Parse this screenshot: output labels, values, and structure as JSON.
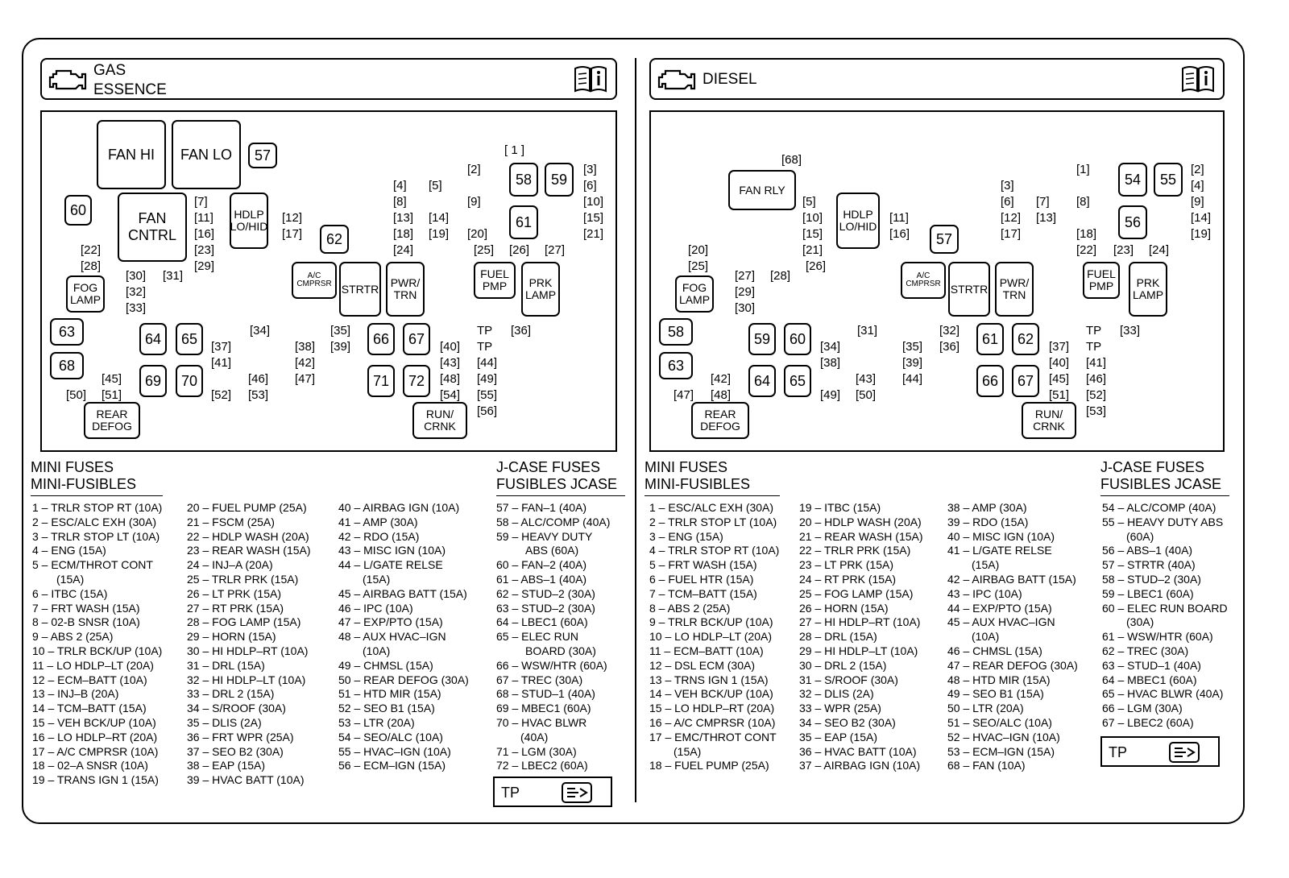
{
  "gas": {
    "header": {
      "line1": "GAS",
      "line2": "ESSENCE"
    },
    "relays": {
      "fan_hi": "FAN HI",
      "fan_lo": "FAN LO",
      "fan_cntrl_1": "FAN",
      "fan_cntrl_2": "CNTRL",
      "hdlp_1": "HDLP",
      "hdlp_2": "LO/HID",
      "fog_1": "FOG",
      "fog_2": "LAMP",
      "ac_1": "A/C",
      "ac_2": "CMPRSR",
      "strtr": "STRTR",
      "pwr_1": "PWR/",
      "pwr_2": "TRN",
      "fuel_1": "FUEL",
      "fuel_2": "PMP",
      "prk_1": "PRK",
      "prk_2": "LAMP",
      "rear_1": "REAR",
      "rear_2": "DEFOG",
      "run_1": "RUN/",
      "run_2": "CRNK"
    },
    "large_fuses": {
      "f57": "57",
      "f58": "58",
      "f59": "59",
      "f60": "60",
      "f61": "61",
      "f62": "62",
      "f63": "63",
      "f64": "64",
      "f65": "65",
      "f66": "66",
      "f67": "67",
      "f68": "68",
      "f69": "69",
      "f70": "70",
      "f71": "71",
      "f72": "72"
    },
    "mini_labels": {
      "m1": "[ 1 ]",
      "m2": "[2]",
      "m3": "[3]",
      "m4": "[4]",
      "m5": "[5]",
      "m6": "[6]",
      "m7": "[7]",
      "m8": "[8]",
      "m9": "[9]",
      "m10": "[10]",
      "m11": "[11]",
      "m12": "[12]",
      "m13": "[13]",
      "m14": "[14]",
      "m15": "[15]",
      "m16": "[16]",
      "m17": "[17]",
      "m18": "[18]",
      "m19": "[19]",
      "m20": "[20]",
      "m21": "[21]",
      "m22": "[22]",
      "m23": "[23]",
      "m24": "[24]",
      "m25": "[25]",
      "m26": "[26]",
      "m27": "[27]",
      "m28": "[28]",
      "m29": "[29]",
      "m30": "[30]",
      "m31": "[31]",
      "m32": "[32]",
      "m33": "[33]",
      "m34": "[34]",
      "m35": "[35]",
      "m36": "[36]",
      "m37": "[37]",
      "m38": "[38]",
      "m39": "[39]",
      "m40": "[40]",
      "m41": "[41]",
      "m42": "[42]",
      "m43": "[43]",
      "m44": "[44]",
      "m45": "[45]",
      "m46": "[46]",
      "m47": "[47]",
      "m48": "[48]",
      "m49": "[49]",
      "m50": "[50]",
      "m51": "[51]",
      "m52": "[52]",
      "m53": "[53]",
      "m54": "[54]",
      "m55": "[55]",
      "m56": "[56]",
      "tp1": "TP",
      "tp2": "TP"
    },
    "mini_title_1": "MINI FUSES",
    "mini_title_2": "MINI-FUSIBLES",
    "jcase_title_1": "J-CASE FUSES",
    "jcase_title_2": "FUSIBLES JCASE",
    "col1": [
      "1 – TRLR STOP RT (10A)",
      "2 – ESC/ALC EXH (30A)",
      "3 – TRLR STOP LT (10A)",
      "4 – ENG (15A)",
      "5 – ECM/THROT CONT",
      "(15A)",
      "6 – ITBC (15A)",
      "7 – FRT WASH (15A)",
      "8 – 02-B SNSR (10A)",
      "9 – ABS 2 (25A)",
      "10 – TRLR BCK/UP (10A)",
      "11 – LO HDLP–LT (20A)",
      "12 – ECM–BATT (10A)",
      "13 – INJ–B (20A)",
      "14 – TCM–BATT (15A)",
      "15 – VEH BCK/UP (10A)",
      "16 – LO HDLP–RT (20A)",
      "17 – A/C CMPRSR (10A)",
      "18 – 02–A SNSR (10A)",
      "19 – TRANS IGN 1 (15A)"
    ],
    "col2": [
      "20 – FUEL PUMP (25A)",
      "21 – FSCM (25A)",
      "22 – HDLP WASH (20A)",
      "23 – REAR WASH (15A)",
      "24 – INJ–A (20A)",
      "25 – TRLR PRK (15A)",
      "26 – LT PRK (15A)",
      "27 – RT PRK (15A)",
      "28 – FOG LAMP (15A)",
      "29 – HORN (15A)",
      "30 – HI HDLP–RT (10A)",
      "31 – DRL (15A)",
      "32 – HI HDLP–LT (10A)",
      "33 – DRL 2 (15A)",
      "34 – S/ROOF (30A)",
      "35 – DLIS (2A)",
      "36 – FRT WPR (25A)",
      "37 – SEO B2 (30A)",
      "38 – EAP (15A)",
      "39 – HVAC BATT (10A)"
    ],
    "col3": [
      "40 – AIRBAG IGN (10A)",
      "41 – AMP (30A)",
      "42 – RDO (15A)",
      "43 – MISC IGN (10A)",
      "44 – L/GATE RELSE",
      "(15A)",
      "45 – AIRBAG BATT (15A)",
      "46 – IPC (10A)",
      "47 – EXP/PTO (15A)",
      "48 – AUX HVAC–IGN",
      "(10A)",
      "49 – CHMSL (15A)",
      "50 – REAR DEFOG (30A)",
      "51 – HTD MIR (15A)",
      "52 – SEO B1 (15A)",
      "53 – LTR (20A)",
      "54 – SEO/ALC (10A)",
      "55 – HVAC–IGN (10A)",
      "56 – ECM–IGN (15A)"
    ],
    "col4": [
      "57 – FAN–1 (40A)",
      "58 – ALC/COMP (40A)",
      "59 – HEAVY DUTY",
      "ABS (60A)",
      "60 – FAN–2 (40A)",
      "61 – ABS–1 (40A)",
      "62 – STUD–2 (30A)",
      "63 – STUD–2 (30A)",
      "64 – LBEC1 (60A)",
      "65 – ELEC RUN",
      "BOARD (30A)",
      "66 – WSW/HTR (60A)",
      "67 – TREC (30A)",
      "68 – STUD–1 (40A)",
      "69 – MBEC1 (60A)",
      "70 – HVAC BLWR",
      "(40A)",
      "71 – LGM (30A)",
      "72 – LBEC2 (60A)"
    ],
    "tp_box": "TP"
  },
  "diesel": {
    "header": {
      "line1": "DIESEL"
    },
    "relays": {
      "fan_rly": "FAN RLY",
      "hdlp_1": "HDLP",
      "hdlp_2": "LO/HID",
      "fog_1": "FOG",
      "fog_2": "LAMP",
      "ac_1": "A/C",
      "ac_2": "CMPRSR",
      "strtr": "STRTR",
      "pwr_1": "PWR/",
      "pwr_2": "TRN",
      "fuel_1": "FUEL",
      "fuel_2": "PMP",
      "prk_1": "PRK",
      "prk_2": "LAMP",
      "rear_1": "REAR",
      "rear_2": "DEFOG",
      "run_1": "RUN/",
      "run_2": "CRNK"
    },
    "large_fuses": {
      "f54": "54",
      "f55": "55",
      "f56": "56",
      "f57": "57",
      "f58": "58",
      "f59": "59",
      "f60": "60",
      "f61": "61",
      "f62": "62",
      "f63": "63",
      "f64": "64",
      "f65": "65",
      "f66": "66",
      "f67": "67"
    },
    "mini_labels": {
      "m1": "[1]",
      "m2": "[2]",
      "m3": "[3]",
      "m4": "[4]",
      "m5": "[5]",
      "m6": "[6]",
      "m7": "[7]",
      "m8": "[8]",
      "m9": "[9]",
      "m10": "[10]",
      "m11": "[11]",
      "m12": "[12]",
      "m13": "[13]",
      "m14": "[14]",
      "m15": "[15]",
      "m16": "[16]",
      "m17": "[17]",
      "m18": "[18]",
      "m19": "[19]",
      "m20": "[20]",
      "m21": "[21]",
      "m22": "[22]",
      "m23": "[23]",
      "m24": "[24]",
      "m25": "[25]",
      "m26": "[26]",
      "m27": "[27]",
      "m28": "[28]",
      "m29": "[29]",
      "m30": "[30]",
      "m31": "[31]",
      "m32": "[32]",
      "m33": "[33]",
      "m34": "[34]",
      "m35": "[35]",
      "m36": "[36]",
      "m37": "[37]",
      "m38": "[38]",
      "m39": "[39]",
      "m40": "[40]",
      "m41": "[41]",
      "m42": "[42]",
      "m43": "[43]",
      "m44": "[44]",
      "m45": "[45]",
      "m46": "[46]",
      "m47": "[47]",
      "m48": "[48]",
      "m49": "[49]",
      "m50": "[50]",
      "m51": "[51]",
      "m52": "[52]",
      "m53": "[53]",
      "m68": "[68]",
      "tp1": "TP",
      "tp2": "TP"
    },
    "mini_title_1": "MINI FUSES",
    "mini_title_2": "MINI-FUSIBLES",
    "jcase_title_1": "J-CASE FUSES",
    "jcase_title_2": "FUSIBLES JCASE",
    "col1": [
      "1 – ESC/ALC EXH (30A)",
      "2 – TRLR STOP LT (10A)",
      "3 – ENG (15A)",
      "4 – TRLR STOP RT (10A)",
      "5 – FRT WASH (15A)",
      "6 – FUEL HTR (15A)",
      "7 – TCM–BATT (15A)",
      "8 – ABS 2 (25A)",
      "9 – TRLR BCK/UP (10A)",
      "10 – LO HDLP–LT (20A)",
      "11 – ECM–BATT (10A)",
      "12 – DSL ECM (30A)",
      "13 – TRNS IGN 1 (15A)",
      "14 – VEH BCK/UP (10A)",
      "15 – LO HDLP–RT (20A)",
      "16 – A/C CMPRSR (10A)",
      "17 – EMC/THROT CONT",
      "(15A)",
      "18 – FUEL PUMP (25A)"
    ],
    "col2": [
      "19 – ITBC (15A)",
      "20 – HDLP WASH (20A)",
      "21 – REAR WASH (15A)",
      "22 – TRLR PRK (15A)",
      "23 – LT PRK (15A)",
      "24 – RT PRK (15A)",
      "25 – FOG LAMP (15A)",
      "26 – HORN (15A)",
      "27 – HI HDLP–RT (10A)",
      "28 – DRL (15A)",
      "29 – HI HDLP–LT (10A)",
      "30 – DRL 2 (15A)",
      "31 – S/ROOF (30A)",
      "32 – DLIS (2A)",
      "33 – WPR (25A)",
      "34 – SEO B2 (30A)",
      "35 – EAP (15A)",
      "36 – HVAC BATT (10A)",
      "37 – AIRBAG IGN (10A)"
    ],
    "col3": [
      "38 – AMP (30A)",
      "39 – RDO (15A)",
      "40 – MISC IGN (10A)",
      "41 – L/GATE RELSE",
      "(15A)",
      "42 – AIRBAG BATT (15A)",
      "43 – IPC (10A)",
      "44 – EXP/PTO (15A)",
      "45 – AUX HVAC–IGN",
      "(10A)",
      "46 – CHMSL (15A)",
      "47 – REAR DEFOG (30A)",
      "48 – HTD MIR (15A)",
      "49 – SEO B1 (15A)",
      "50 – LTR (20A)",
      "51 – SEO/ALC (10A)",
      "52 – HVAC–IGN (10A)",
      "53 – ECM–IGN (15A)",
      "68 – FAN (10A)"
    ],
    "col4": [
      "54 – ALC/COMP (40A)",
      "55 – HEAVY DUTY ABS",
      "(60A)",
      "56 – ABS–1 (40A)",
      "57 – STRTR (40A)",
      "58 – STUD–2 (30A)",
      "59 – LBEC1 (60A)",
      "60 – ELEC RUN BOARD",
      "(30A)",
      "61 – WSW/HTR (60A)",
      "62 – TREC (30A)",
      "63 – STUD–1 (40A)",
      "64 – MBEC1 (60A)",
      "65 – HVAC BLWR (40A)",
      "66 – LGM (30A)",
      "67 – LBEC2 (60A)"
    ],
    "tp_box": "TP"
  },
  "icons": {
    "engine": "engine-icon",
    "manual": "owners-manual-icon",
    "tp": "trailer-plug-icon"
  }
}
